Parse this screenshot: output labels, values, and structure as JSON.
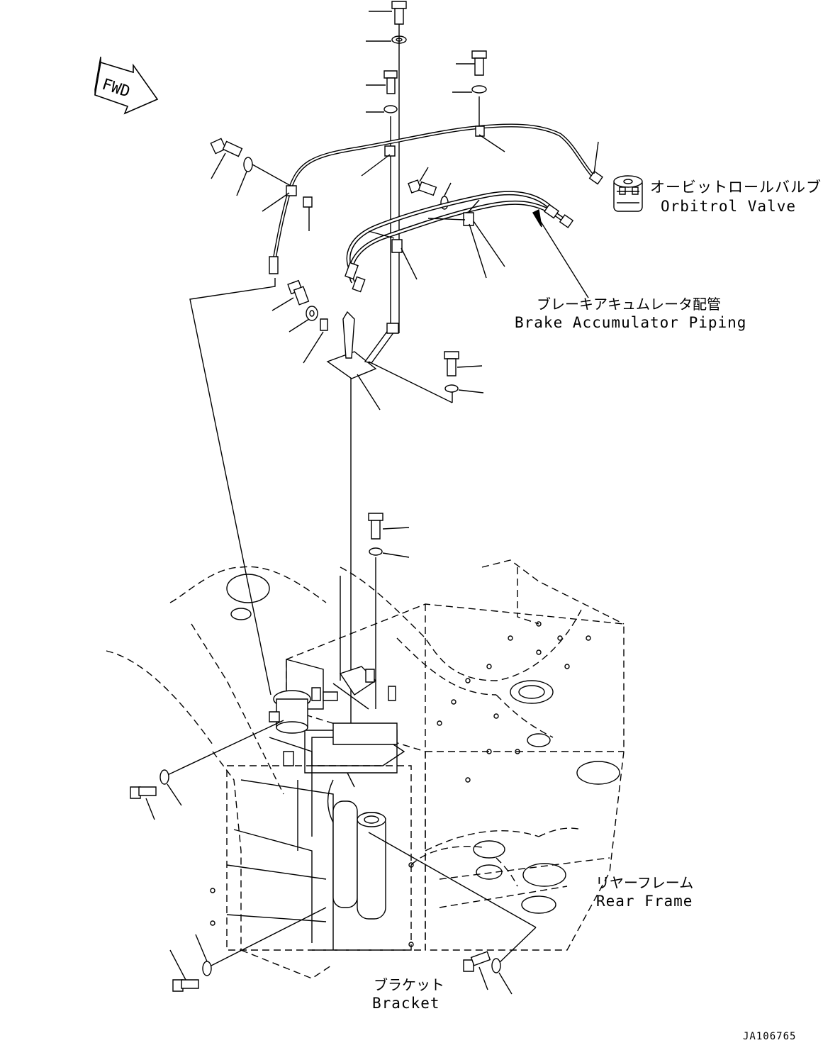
{
  "labels": {
    "fwd": "FWD",
    "orbitrol_jp": "オービットロールバルブ",
    "orbitrol_en": "Orbitrol Valve",
    "brake_jp": "ブレーキアキュムレータ配管",
    "brake_en": "Brake Accumulator Piping",
    "rear_jp": "リヤーフレーム",
    "rear_en": "Rear Frame",
    "bracket_jp": "ブラケット",
    "bracket_en": "Bracket",
    "drawing_code": "JA106765"
  },
  "colors": {
    "line": "#000000",
    "background": "#ffffff"
  }
}
